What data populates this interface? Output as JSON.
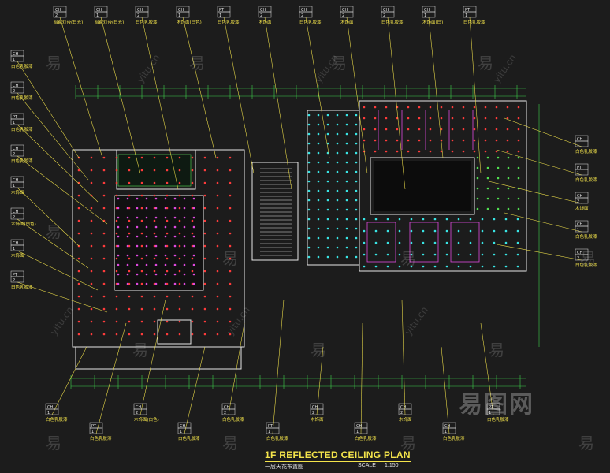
{
  "drawing": {
    "title": "1F REFLECTED CEILING PLAN",
    "subtitle": "一层天花布置图",
    "scale_label": "SCALE",
    "scale": "1:150"
  },
  "watermark": {
    "text": "易",
    "url": "yitu.cn",
    "brand": "易图网"
  },
  "colors": {
    "background": "#1c1c1c",
    "wall": "#e6e6e6",
    "annotation": "#f4e44b",
    "fixture_red": "#ff3b3b",
    "fixture_cyan": "#39e6e6",
    "fixture_green": "#52e052",
    "fixture_magenta": "#e04ae0",
    "dimension": "#3fd04a",
    "tag_box": "#e6e6e6"
  },
  "top_tags": [
    {
      "label": "暗藏灯带(白光)",
      "l1": "CH",
      "l2": "2"
    },
    {
      "label": "暗藏灯带(白光)",
      "l1": "CH",
      "l2": "1"
    },
    {
      "label": "白色乳胶漆",
      "l1": "CH",
      "l2": "2"
    },
    {
      "label": "木饰面(白色)",
      "l1": "CH",
      "l2": "1"
    },
    {
      "label": "白色乳胶漆",
      "l1": "PT",
      "l2": "1"
    },
    {
      "label": "木饰面",
      "l1": "CH",
      "l2": "2"
    },
    {
      "label": "白色乳胶漆",
      "l1": "CH",
      "l2": "2"
    },
    {
      "label": "木饰面",
      "l1": "CH",
      "l2": "2"
    },
    {
      "label": "白色乳胶漆",
      "l1": "CH",
      "l2": "2"
    },
    {
      "label": "木饰面(白)",
      "l1": "CH",
      "l2": "1"
    },
    {
      "label": "白色乳胶漆",
      "l1": "PT",
      "l2": "1"
    }
  ],
  "left_tags": [
    {
      "label": "白色乳胶漆",
      "l1": "CH",
      "l2": "1"
    },
    {
      "label": "白色乳胶漆",
      "l1": "CH",
      "l2": "2"
    },
    {
      "label": "白色乳胶漆",
      "l1": "PT",
      "l2": "1"
    },
    {
      "label": "白色乳胶漆",
      "l1": "CH",
      "l2": "2"
    },
    {
      "label": "木饰面",
      "l1": "CH",
      "l2": "1"
    },
    {
      "label": "木饰面(白色)",
      "l1": "CH",
      "l2": "2"
    },
    {
      "label": "木饰面",
      "l1": "CH",
      "l2": "1"
    },
    {
      "label": "白色乳胶漆",
      "l1": "PT",
      "l2": "2"
    }
  ],
  "right_tags": [
    {
      "label": "白色乳胶漆",
      "l1": "CH",
      "l2": "1"
    },
    {
      "label": "白色乳胶漆",
      "l1": "PT",
      "l2": "1"
    },
    {
      "label": "木饰面",
      "l1": "CH",
      "l2": "2"
    },
    {
      "label": "白色乳胶漆",
      "l1": "CH",
      "l2": "1"
    },
    {
      "label": "白色乳胶漆",
      "l1": "CH",
      "l2": "2"
    }
  ],
  "bottom_tags": [
    {
      "label": "白色乳胶漆",
      "l1": "CH",
      "l2": "1"
    },
    {
      "label": "白色乳胶漆",
      "l1": "PT",
      "l2": "1"
    },
    {
      "label": "木饰面(白色)",
      "l1": "CH",
      "l2": "2"
    },
    {
      "label": "白色乳胶漆",
      "l1": "CH",
      "l2": "1"
    },
    {
      "label": "白色乳胶漆",
      "l1": "CH",
      "l2": "2"
    },
    {
      "label": "白色乳胶漆",
      "l1": "PT",
      "l2": "1"
    },
    {
      "label": "木饰面",
      "l1": "CH",
      "l2": "2"
    },
    {
      "label": "白色乳胶漆",
      "l1": "CH",
      "l2": "1"
    },
    {
      "label": "木饰面",
      "l1": "CH",
      "l2": "2"
    },
    {
      "label": "白色乳胶漆",
      "l1": "CH",
      "l2": "1"
    },
    {
      "label": "白色乳胶漆",
      "l1": "PT",
      "l2": "1"
    }
  ]
}
